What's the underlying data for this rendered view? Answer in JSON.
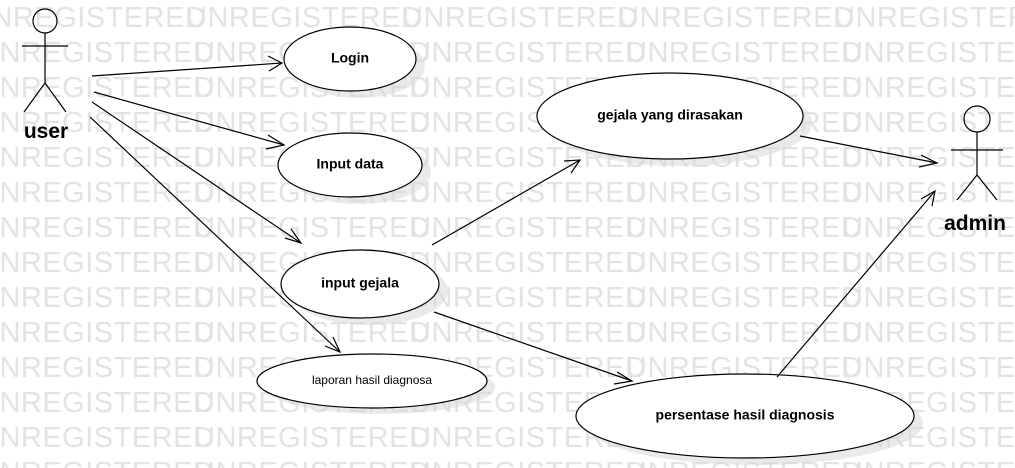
{
  "watermark": "UNREGISTERED",
  "actors": {
    "user": {
      "label": "user"
    },
    "admin": {
      "label": "admin"
    }
  },
  "use_cases": {
    "login": {
      "label": "Login"
    },
    "input_data": {
      "label": "Input data"
    },
    "input_gejala": {
      "label": "input gejala"
    },
    "laporan": {
      "label": "laporan hasil diagnosa"
    },
    "gejala_dirasakan": {
      "label": "gejala yang dirasakan"
    },
    "persentase": {
      "label": "persentase hasil diagnosis"
    }
  }
}
